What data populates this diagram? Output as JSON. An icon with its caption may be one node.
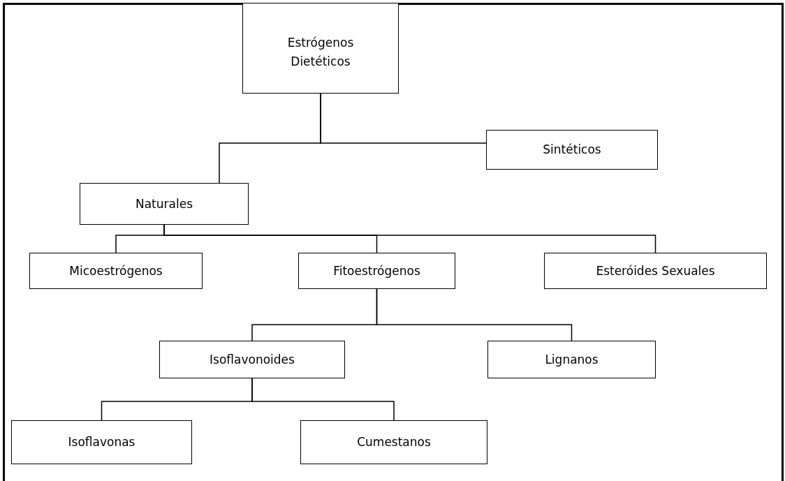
{
  "diagram": {
    "nodes": [
      {
        "text": [
          "Estrógenos Dietéticos"
        ]
      },
      {
        "text": [
          "Sintéticos"
        ]
      },
      {
        "text": [
          "Naturales"
        ]
      },
      {
        "text": [
          "Micoestrógenos"
        ]
      },
      {
        "text": [
          "Fitoestrógenos"
        ]
      },
      {
        "text": [
          "Esteróides Sexuales"
        ]
      },
      {
        "text": [
          "Isoflavonoides"
        ]
      },
      {
        "text": [
          "Lignanos"
        ]
      },
      {
        "text": [
          "Isoflavonas"
        ]
      },
      {
        "text": [
          "Cumestanos"
        ]
      }
    ],
    "edges": [
      {
        "from": 0,
        "to": 1,
        "arrow": "none"
      },
      {
        "from": 0,
        "to": 2,
        "arrow": "none"
      },
      {
        "from": 2,
        "to": 3,
        "arrow": "none"
      },
      {
        "from": 2,
        "to": 4,
        "arrow": "none"
      },
      {
        "from": 2,
        "to": 5,
        "arrow": "none"
      },
      {
        "from": 4,
        "to": 6,
        "arrow": "none"
      },
      {
        "from": 4,
        "to": 7,
        "arrow": "none"
      },
      {
        "from": 6,
        "to": 8,
        "arrow": "none"
      },
      {
        "from": 6,
        "to": 9,
        "arrow": "none"
      }
    ]
  }
}
